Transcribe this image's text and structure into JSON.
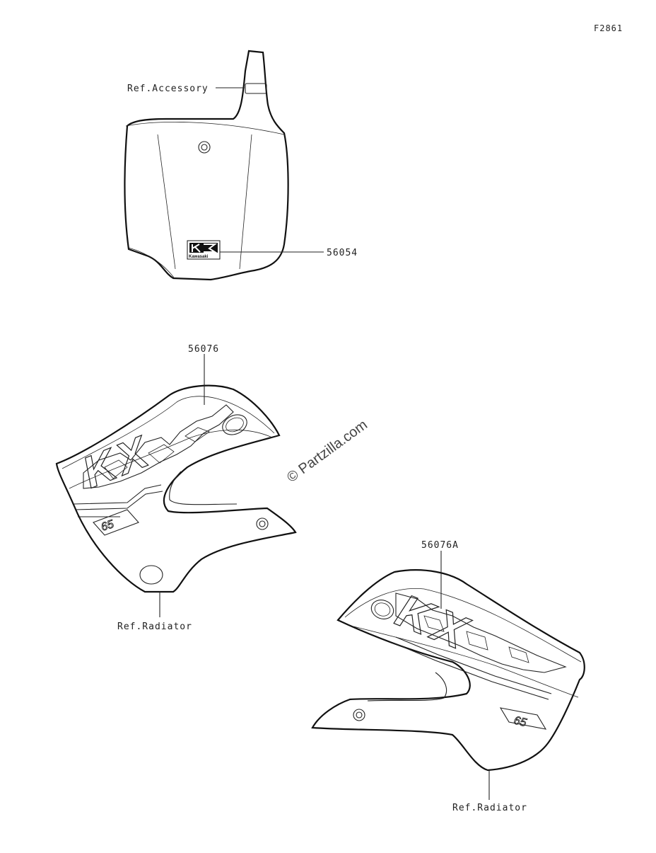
{
  "figure_id": "F2861",
  "watermark": "© Partzilla.com",
  "callouts": {
    "ref_accessory": "Ref.Accessory",
    "part_56054": "56054",
    "part_56076": "56076",
    "ref_radiator_1": "Ref.Radiator",
    "part_56076A": "56076A",
    "ref_radiator_2": "Ref.Radiator"
  },
  "decal_text": {
    "model": "KX",
    "displacement": "65",
    "brand": "Kawasaki"
  }
}
